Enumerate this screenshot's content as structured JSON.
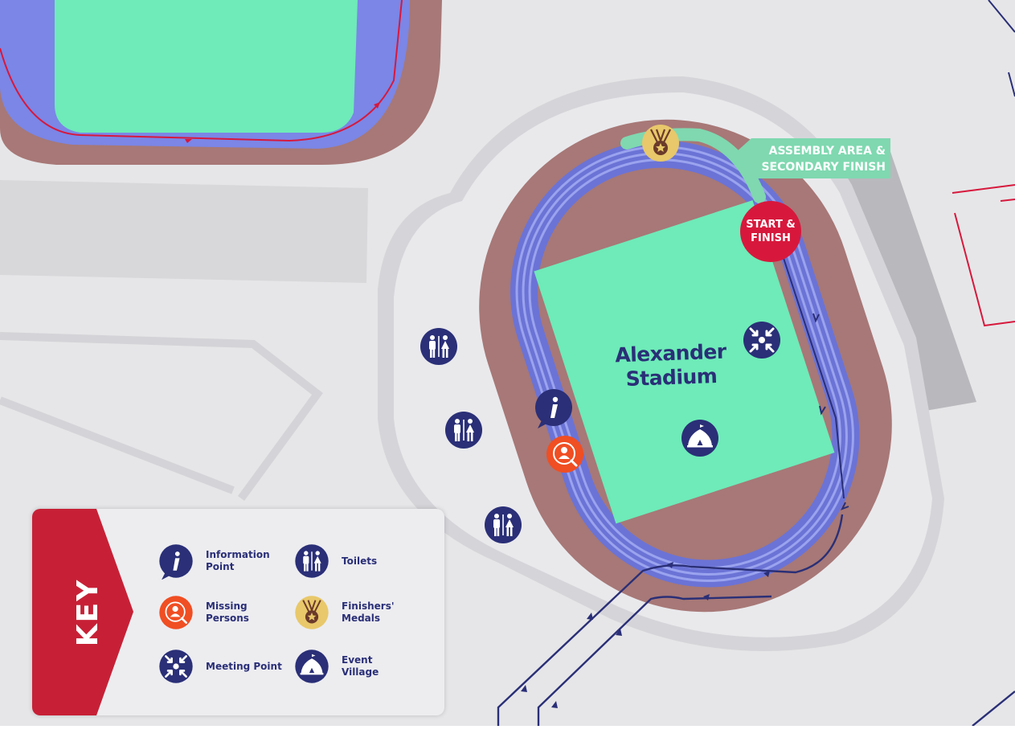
{
  "map": {
    "stadium_name": [
      "Alexander",
      "Stadium"
    ],
    "assembly_label": [
      "ASSEMBLY AREA &",
      "SECONDARY FINISH"
    ],
    "start_label": [
      "START &",
      "FINISH"
    ]
  },
  "key": {
    "title": "KEY",
    "items": [
      {
        "icon": "information-icon",
        "label": [
          "Information",
          "Point"
        ]
      },
      {
        "icon": "toilets-icon",
        "label": [
          "Toilets"
        ]
      },
      {
        "icon": "missing-persons-icon",
        "label": [
          "Missing",
          "Persons"
        ]
      },
      {
        "icon": "medal-icon",
        "label": [
          "Finishers'",
          "Medals"
        ]
      },
      {
        "icon": "meeting-point-icon",
        "label": [
          "Meeting Point"
        ]
      },
      {
        "icon": "event-village-icon",
        "label": [
          "Event",
          "Village"
        ]
      }
    ]
  },
  "colors": {
    "navy": "#2a2f77",
    "red": "#d7183c",
    "orange": "#f04e23",
    "gold": "#e8c86a",
    "green": "#6eebb8",
    "track_blue": "#7b86e6",
    "track_surround": "#a77877",
    "assembly_teal": "#7fd8b0",
    "background": "#e6e6e8"
  }
}
